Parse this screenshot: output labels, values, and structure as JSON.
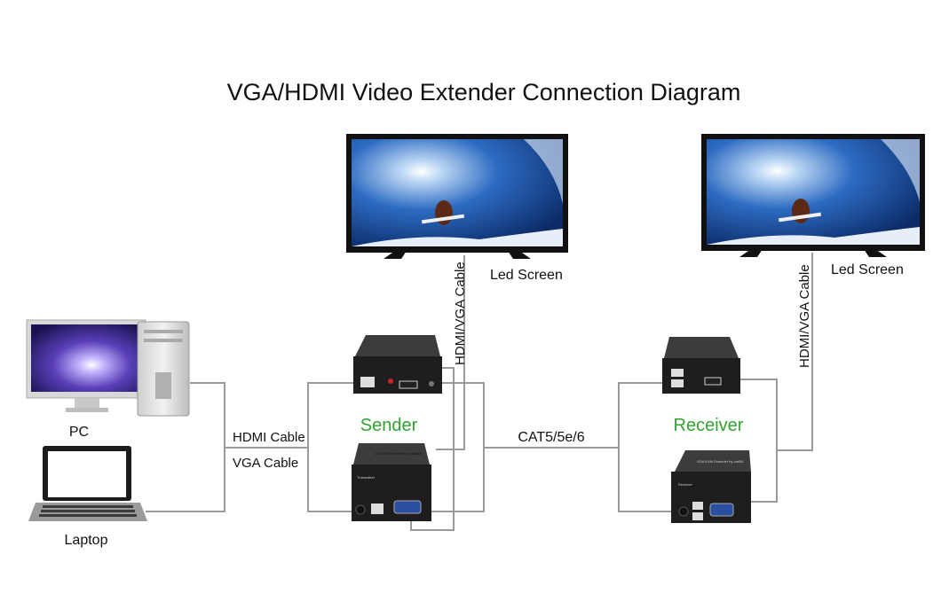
{
  "title": "VGA/HDMI Video Extender Connection Diagram",
  "labels": {
    "pc": "PC",
    "laptop": "Laptop",
    "hdmi_cable": "HDMI Cable",
    "vga_cable": "VGA Cable",
    "sender": "Sender",
    "receiver": "Receiver",
    "cat": "CAT5/5e/6",
    "led_screen_left": "Led Screen",
    "led_screen_right": "Led Screen",
    "hdmi_vga_cable_left": "HDMI/VGA Cable",
    "hdmi_vga_cable_right": "HDMI/VGA Cable"
  },
  "device_text": {
    "sender_box": "VGA KVM Extender by cat5/6",
    "sender_sub": "Transmitter",
    "receiver_box": "VGA KVM Extender by cat5/6",
    "receiver_sub": "Receiver"
  },
  "colors": {
    "accent_green": "#2fa52f",
    "wire": "#9a9a9a",
    "device_body": "#2a2a2a",
    "screen_sky": "#1b4f9c"
  }
}
